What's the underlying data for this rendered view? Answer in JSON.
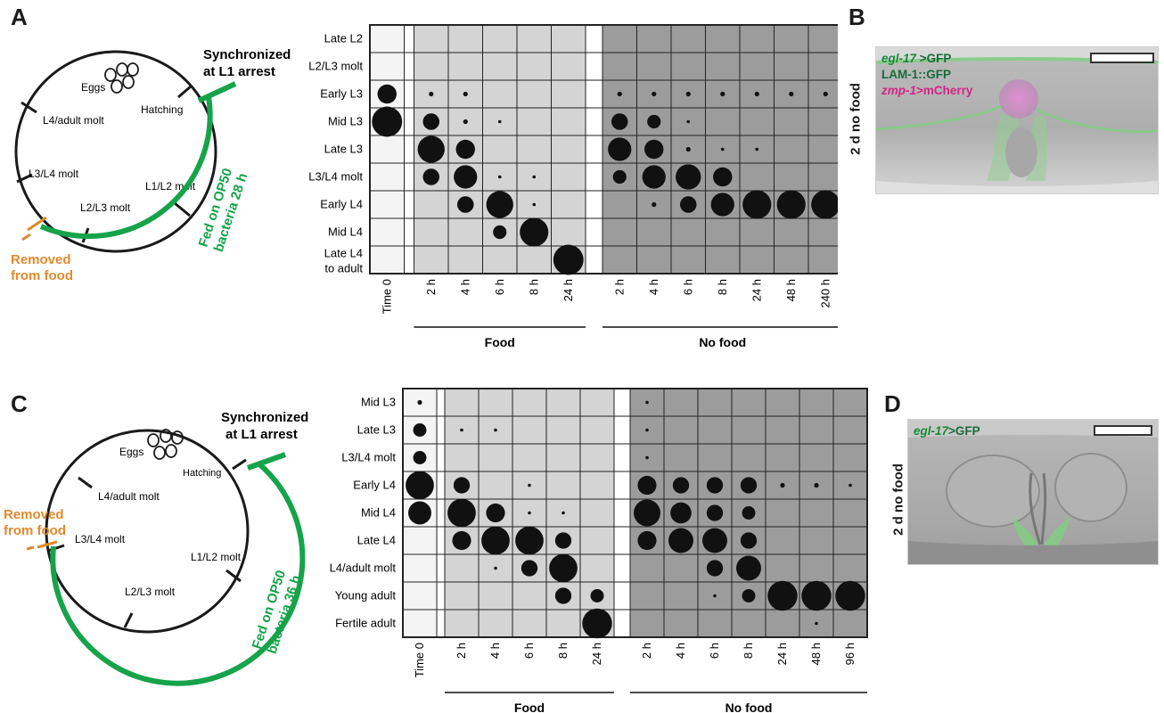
{
  "panels": {
    "A": {
      "letter": "A",
      "cycle": {
        "eggs": "Eggs",
        "hatching": "Hatching",
        "l4_adult": "L4/adult molt",
        "l3_l4": "L3/L4 molt",
        "l2_l3": "L2/L3 molt",
        "l1_l2": "L1/L2 molt",
        "sync_line1": "Synchronized",
        "sync_line2": "at L1 arrest",
        "removed_line1": "Removed",
        "removed_line2": "from food",
        "fed_line1": "Fed on OP50",
        "fed_line2": "bacteria 28 h"
      },
      "chart_data": {
        "type": "table",
        "rows": [
          "Late L2",
          "L2/L3 molt",
          "Early L3",
          "Mid L3",
          "Late L3",
          "L3/L4 molt",
          "Early L4",
          "Mid L4",
          "Late L4 to adult"
        ],
        "columns": [
          "Time 0",
          "2 h",
          "4 h",
          "6 h",
          "8 h",
          "24 h",
          "2 h",
          "4 h",
          "6 h",
          "8 h",
          "24 h",
          "48 h",
          "240 h"
        ],
        "groups": [
          {
            "label": "Food",
            "columns": [
              1,
              2,
              3,
              4,
              5
            ]
          },
          {
            "label": "No food",
            "columns": [
              6,
              7,
              8,
              9,
              10,
              11,
              12
            ]
          }
        ],
        "values": [
          [
            0,
            0,
            0,
            0,
            0,
            0,
            0,
            0,
            0,
            0,
            0,
            0,
            0
          ],
          [
            0,
            0,
            0,
            0,
            0,
            0,
            0,
            0,
            0,
            0,
            0,
            0,
            0
          ],
          [
            4,
            1,
            1,
            0,
            0,
            0,
            1,
            1,
            1,
            1,
            1,
            1,
            1
          ],
          [
            10,
            3,
            1,
            0.5,
            0,
            0,
            3,
            2,
            0.5,
            0,
            0,
            0,
            0
          ],
          [
            0,
            8,
            4,
            0,
            0,
            0,
            6,
            4,
            1,
            0.5,
            0.5,
            0,
            0
          ],
          [
            0,
            3,
            6,
            0.5,
            0.5,
            0,
            2,
            6,
            7,
            4,
            0,
            0,
            0
          ],
          [
            0,
            0,
            3,
            8,
            0.5,
            0,
            0,
            1,
            3,
            6,
            9,
            9,
            9
          ],
          [
            0,
            0,
            0,
            2,
            9,
            0,
            0,
            0,
            0,
            0,
            0,
            0,
            0
          ],
          [
            0,
            0,
            0,
            0,
            0,
            10,
            0,
            0,
            0,
            0,
            0,
            0,
            0
          ]
        ]
      }
    },
    "B": {
      "letter": "B",
      "label1": "egl-17",
      "label1b": " >GFP",
      "label2": "LAM-1::GFP",
      "label3": "zmp-1",
      "label3b": ">mCherry",
      "side": "2 d no food"
    },
    "C": {
      "letter": "C",
      "cycle": {
        "eggs": "Eggs",
        "hatching": "Hatching",
        "l4_adult": "L4/adult molt",
        "l3_l4": "L3/L4 molt",
        "l2_l3": "L2/L3 molt",
        "l1_l2": "L1/L2 molt",
        "sync_line1": "Synchronized",
        "sync_line2": "at L1 arrest",
        "removed_line1": "Removed",
        "removed_line2": "from food",
        "fed_line1": "Fed on OP50",
        "fed_line2": "bacteria 36 h"
      },
      "chart_data": {
        "type": "table",
        "rows": [
          "Mid L3",
          "Late L3",
          "L3/L4 molt",
          "Early L4",
          "Mid L4",
          "Late L4",
          "L4/adult molt",
          "Young adult",
          "Fertile adult"
        ],
        "columns": [
          "Time 0",
          "2 h",
          "4 h",
          "6 h",
          "8 h",
          "24 h",
          "2 h",
          "4 h",
          "6 h",
          "8 h",
          "24 h",
          "48 h",
          "96 h"
        ],
        "groups": [
          {
            "label": "Food",
            "columns": [
              1,
              2,
              3,
              4,
              5
            ]
          },
          {
            "label": "No food",
            "columns": [
              6,
              7,
              8,
              9,
              10,
              11,
              12
            ]
          }
        ],
        "values": [
          [
            1,
            0,
            0,
            0,
            0,
            0,
            0.5,
            0,
            0,
            0,
            0,
            0,
            0
          ],
          [
            2,
            0.5,
            0.5,
            0,
            0,
            0,
            0.5,
            0,
            0,
            0,
            0,
            0,
            0
          ],
          [
            2,
            0,
            0,
            0,
            0,
            0,
            0.5,
            0,
            0,
            0,
            0,
            0,
            0
          ],
          [
            9,
            3,
            0,
            0.5,
            0,
            0,
            4,
            3,
            3,
            3,
            1,
            1,
            0.5
          ],
          [
            6,
            9,
            4,
            0.5,
            0.5,
            0,
            8,
            5,
            3,
            2,
            0,
            0,
            0
          ],
          [
            0,
            4,
            9,
            9,
            3,
            0,
            4,
            7,
            7,
            3,
            0,
            0,
            0
          ],
          [
            0,
            0,
            0.5,
            3,
            9,
            0,
            0,
            0,
            3,
            7,
            0,
            0,
            0
          ],
          [
            0,
            0,
            0,
            0,
            3,
            2,
            0,
            0,
            0.5,
            2,
            10,
            10,
            10
          ],
          [
            0,
            0,
            0,
            0,
            0,
            10,
            0,
            0,
            0,
            0,
            0,
            0.5,
            0
          ]
        ]
      }
    },
    "D": {
      "letter": "D",
      "label1": "egl-17",
      "label1b": ">GFP",
      "side": "2 d no food"
    }
  }
}
